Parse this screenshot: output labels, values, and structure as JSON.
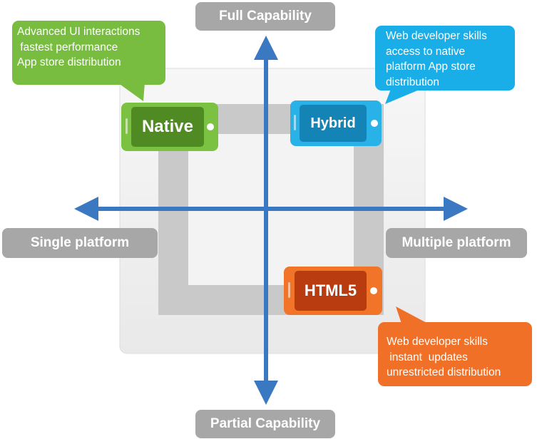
{
  "axes": {
    "top": "Full Capability",
    "bottom": "Partial Capability",
    "left": "Single platform",
    "right": "Multiple platform"
  },
  "approaches": {
    "native": {
      "label": "Native",
      "notes": [
        "Advanced UI interactions",
        " fastest performance",
        "App store distribution"
      ]
    },
    "hybrid": {
      "label": "Hybrid",
      "notes": [
        "Web developer skills",
        "access to native",
        "platform App store",
        "distribution"
      ]
    },
    "html5": {
      "label": "HTML5",
      "notes": [
        "Web developer skills",
        " instant  updates",
        "unrestricted distribution"
      ]
    }
  },
  "colors": {
    "native": "#78bd3f",
    "hybrid": "#1aaee8",
    "html5": "#f07027",
    "arrow": "#3a78c2",
    "axis_label_bg": "#a7a7a7"
  }
}
